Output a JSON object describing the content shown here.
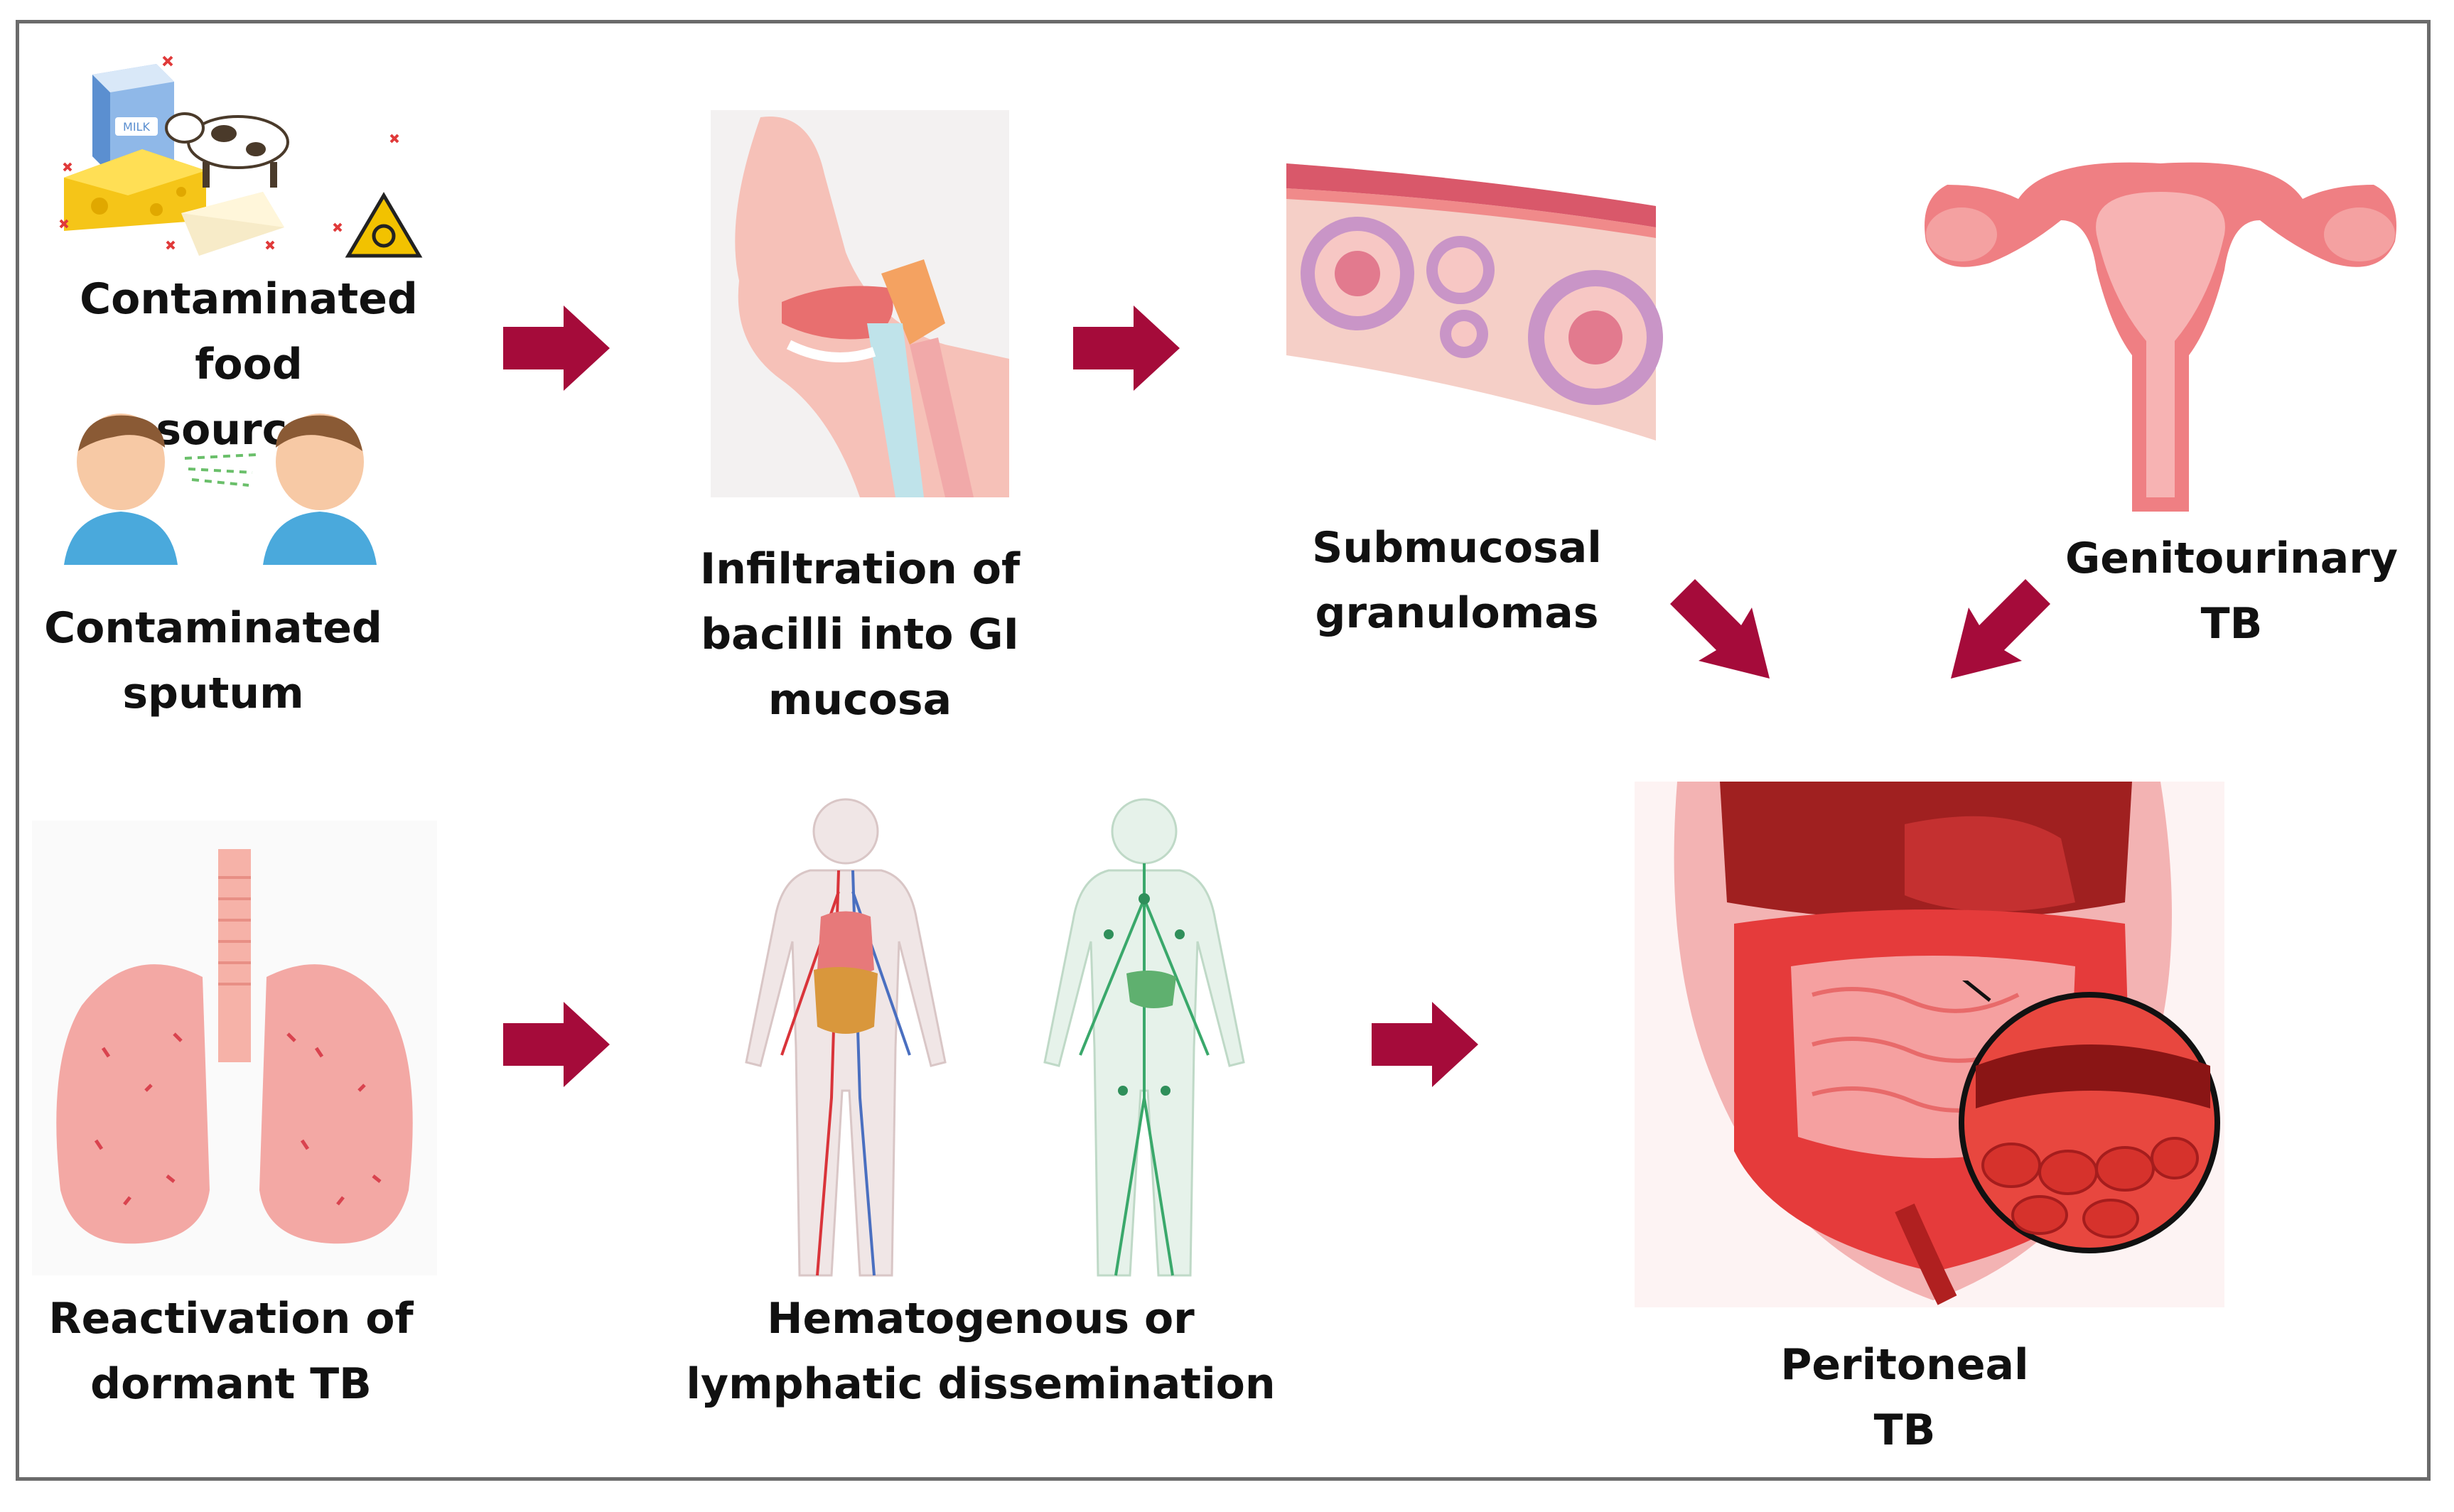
{
  "labels": {
    "food": "Contaminated food\nsources",
    "sputum": "Contaminated\nsputum",
    "infiltration": "Infiltration of\nbacilli into GI\nmucosa",
    "granulomas": "Submucosal\ngranulomas",
    "genitourinary": "Genitourinary\nTB",
    "reactivation": "Reactivation of\ndormant TB",
    "dissemination": "Hematogenous or\nlymphatic dissemination",
    "peritoneal": "Peritoneal\nTB"
  },
  "food_items": {
    "milk_carton_text": "MILK"
  },
  "colors": {
    "arrow": "#a50b3a",
    "tissue_pink": "#f4a9a9",
    "tissue_red": "#e03a3a",
    "lymph_green": "#3aa86b",
    "vessel_blue": "#4a6fc0"
  },
  "icons": [
    "milk-carton-icon",
    "cheese-icon",
    "cow-icon",
    "biohazard-icon",
    "people-talking-icon",
    "head-sagittal-icon",
    "intestinal-wall-icon",
    "uterus-icon",
    "lungs-icon",
    "circulatory-body-icon",
    "lymphatic-body-icon",
    "abdomen-intestines-icon"
  ]
}
